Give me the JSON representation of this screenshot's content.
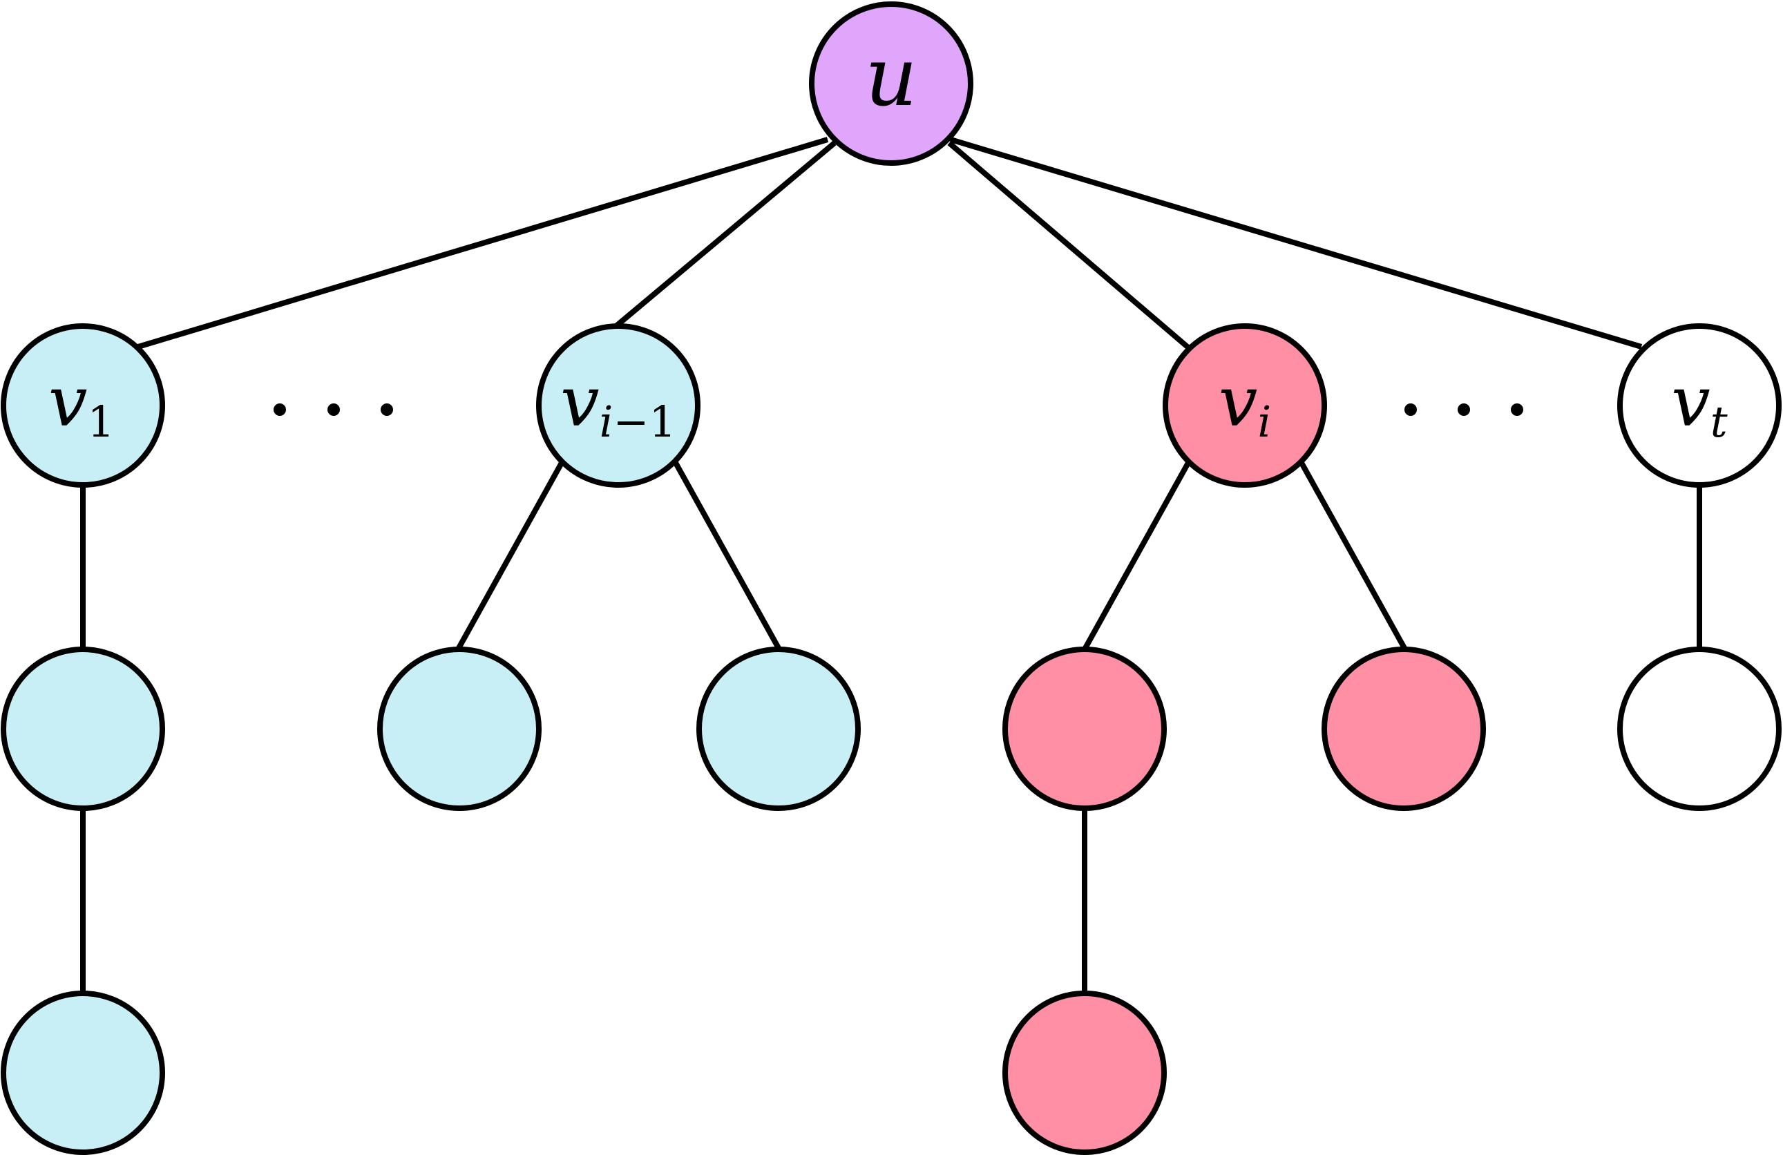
{
  "colors": {
    "root": "#dfa6fb",
    "left_group": "#c9eff6",
    "selected_group": "#fe8fa4",
    "other_group": "#ffffff",
    "stroke": "#000000"
  },
  "root": {
    "label": "u"
  },
  "children": [
    {
      "base": "v",
      "sub": "1",
      "group": "left_group"
    },
    {
      "base": "v",
      "sub": "i",
      "sub_rest": "−1",
      "group": "left_group"
    },
    {
      "base": "v",
      "sub": "i",
      "group": "selected_group"
    },
    {
      "base": "v",
      "sub": "t",
      "group": "other_group"
    }
  ],
  "ellipsis": "···"
}
